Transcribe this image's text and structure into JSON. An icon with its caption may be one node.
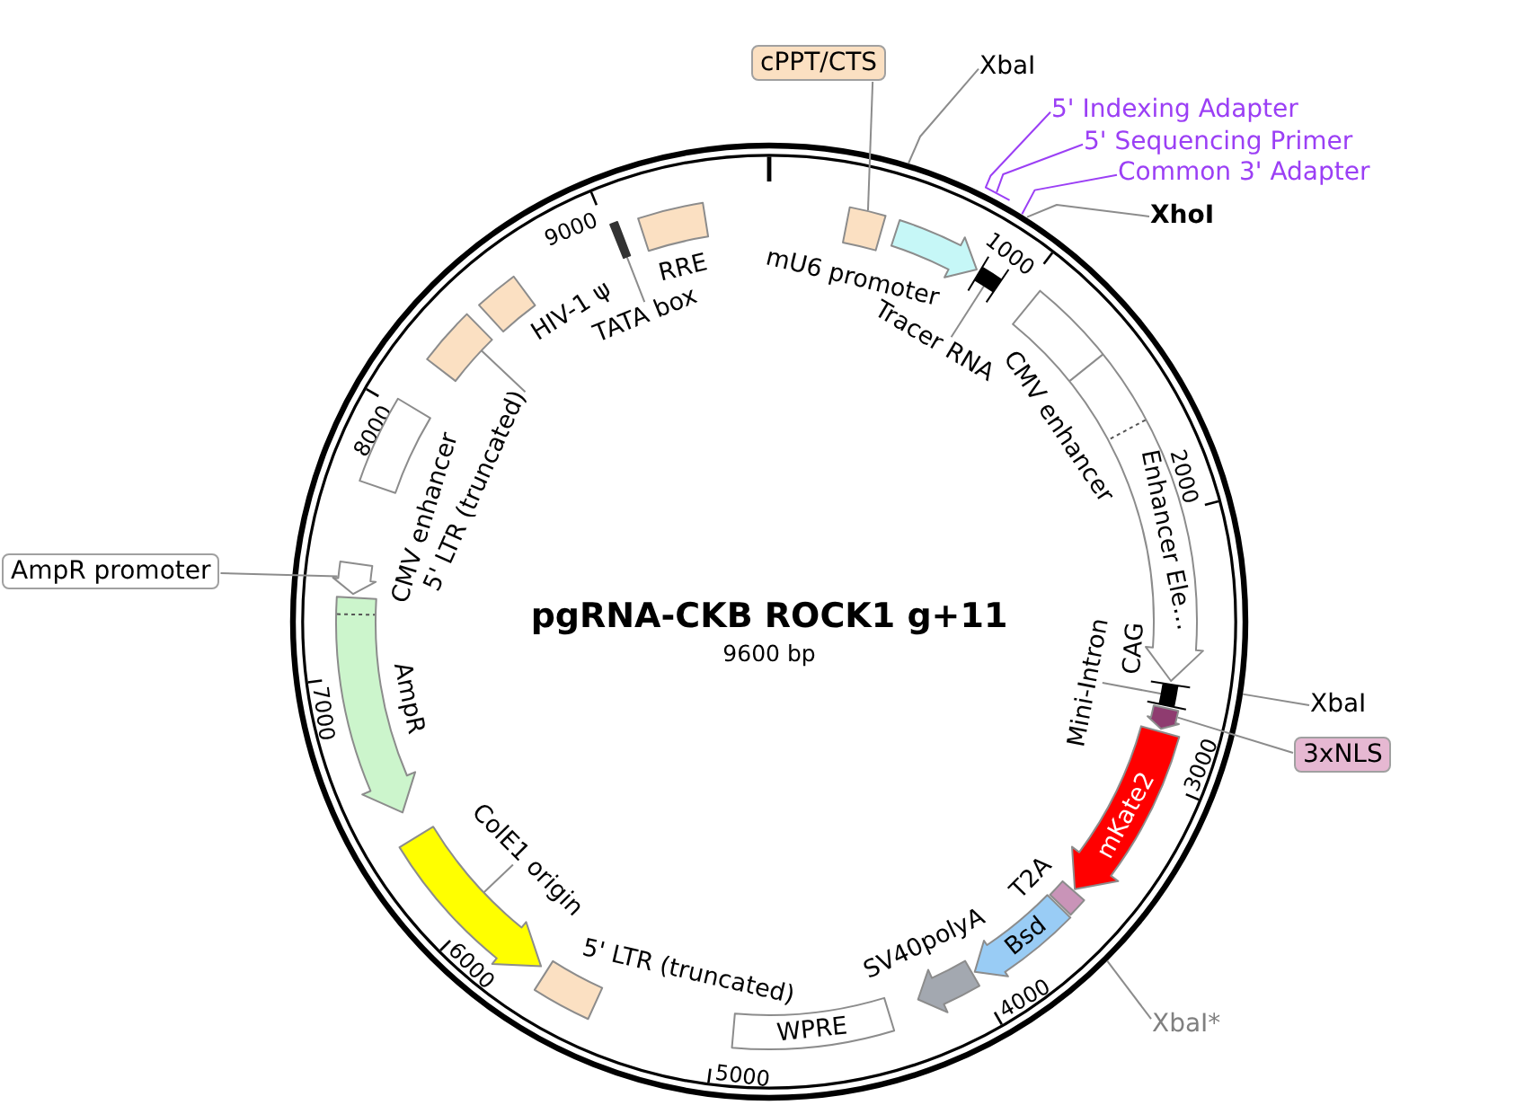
{
  "diagram": {
    "title": "pgRNA-CKB ROCK1 g+11",
    "nodes": [
      {
        "text": [
          "cPPT/CTS"
        ]
      },
      {
        "text": [],
        "shape": "box"
      },
      {
        "text": [
          "XbaI"
        ]
      },
      {
        "text": [
          "5' Indexing Adapter"
        ]
      },
      {
        "text": [
          "5' Sequencing Primer"
        ]
      },
      {
        "text": [
          "Common 3' Adapter"
        ]
      },
      {
        "text": [
          "XhoI"
        ]
      },
      {
        "text": [
          "mU6 promoter"
        ]
      },
      {
        "text": [
          "Tracer RNA"
        ]
      },
      {
        "text": [],
        "shape": "bar"
      },
      {
        "text": [
          "CMV enhancer",
          "Enhancer Ele…",
          "CAG"
        ]
      },
      {
        "text": [
          "Mini-Intron"
        ]
      },
      {
        "text": [],
        "shape": "bar"
      },
      {
        "text": [
          "XbaI"
        ]
      },
      {
        "text": [
          "3xNLS"
        ]
      },
      {
        "text": [],
        "shape": "arrow"
      },
      {
        "text": [
          "mKate2"
        ]
      },
      {
        "text": [
          "T2A"
        ]
      },
      {
        "text": [
          "Bsd"
        ]
      },
      {
        "text": [
          "XbaI*"
        ]
      },
      {
        "text": [
          "SV40polyA"
        ]
      },
      {
        "text": [
          "WPRE"
        ]
      },
      {
        "text": [
          "5' LTR (truncated)"
        ]
      },
      {
        "text": [
          "ColE1 origin"
        ]
      },
      {
        "text": [],
        "shape": "arrow"
      },
      {
        "text": [
          "AmpR"
        ]
      },
      {
        "text": [
          "AmpR promoter"
        ]
      },
      {
        "text": [],
        "shape": "arrow"
      },
      {
        "text": [
          "CMV enhancer"
        ]
      },
      {
        "text": [
          "5' LTR (truncated)"
        ]
      },
      {
        "text": [],
        "shape": "box"
      },
      {
        "text": [
          "HIV-1 ψ"
        ]
      },
      {
        "text": [
          "TATA box"
        ]
      },
      {
        "text": [],
        "shape": "bar"
      },
      {
        "text": [
          "RRE"
        ]
      }
    ],
    "edges": [
      {
        "from": 0,
        "to": 1,
        "arrow": "none"
      },
      {
        "from": 2,
        "to": null,
        "arrow": "none"
      },
      {
        "from": 3,
        "to": null,
        "arrow": "none",
        "color": "#9b3ff5"
      },
      {
        "from": 4,
        "to": null,
        "arrow": "none",
        "color": "#9b3ff5"
      },
      {
        "from": 5,
        "to": null,
        "arrow": "none",
        "color": "#9b3ff5"
      },
      {
        "from": 6,
        "to": null,
        "arrow": "none"
      },
      {
        "from": 8,
        "to": 9,
        "arrow": "none"
      },
      {
        "from": 11,
        "to": 12,
        "arrow": "none"
      },
      {
        "from": 13,
        "to": null,
        "arrow": "none"
      },
      {
        "from": 14,
        "to": 15,
        "arrow": "none"
      },
      {
        "from": 19,
        "to": null,
        "arrow": "none"
      },
      {
        "from": 23,
        "to": 24,
        "arrow": "none"
      },
      {
        "from": 26,
        "to": 27,
        "arrow": "none"
      },
      {
        "from": 29,
        "to": 30,
        "arrow": "none"
      },
      {
        "from": 32,
        "to": 33,
        "arrow": "none"
      }
    ],
    "labels": [
      "1000",
      "2000",
      "3000",
      "4000",
      "5000",
      "6000",
      "7000",
      "8000",
      "9000",
      "9600 bp"
    ]
  }
}
